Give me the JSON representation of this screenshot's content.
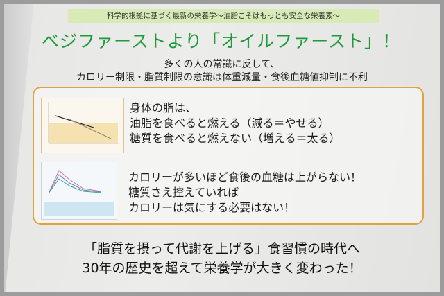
{
  "subtitle": "科学的根拠に基づく最新の栄養学〜油脂こそはもっとも安全な栄養素〜",
  "title": "ベジファーストより「オイルファースト」！",
  "lead": [
    "多くの人の常識に反して、",
    "カロリー制限・脂質制限の意識は体重減量・食後血糖値抑制に不利"
  ],
  "panel1": [
    "身体の脂は、",
    "油脂を食べると燃える（減る＝やせる）",
    "糖質を食べると燃えない（増える＝太る）"
  ],
  "panel2": [
    "カロリーが多いほど食後の血糖は上がらない！",
    "糖質さえ控えていれば",
    "カロリーは気にする必要はない！"
  ],
  "conclusion": [
    "「脂質を摂って代謝を上げる」食習慣の時代へ",
    "30年の歴史を超えて栄養学が大きく変わった！"
  ],
  "colors": {
    "title": "#1e9a3a",
    "subtitle_band": "#d8ebb6",
    "box_border": "#e2a240"
  }
}
